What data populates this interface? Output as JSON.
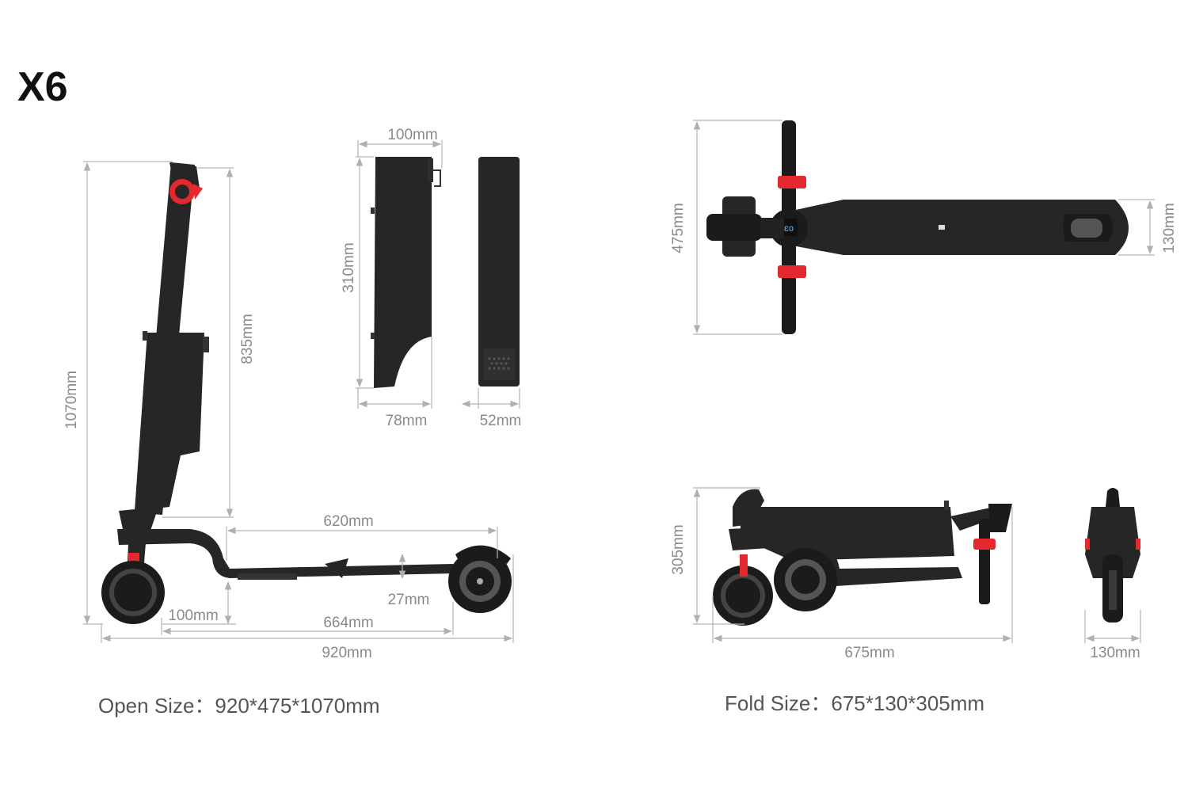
{
  "title": "X6",
  "captions": {
    "open_size": "Open Size：920*475*1070mm",
    "fold_size": "Fold Size：675*130*305mm"
  },
  "dimensions": {
    "height_total": "1070mm",
    "stem_height": "835mm",
    "battery_width": "100mm",
    "battery_height": "310mm",
    "battery_depth": "78mm",
    "battery_thickness": "52mm",
    "deck_length": "620mm",
    "ground_clearance": "27mm",
    "rear_offset": "100mm",
    "wheelbase": "664mm",
    "total_length": "920mm",
    "handlebar_width": "475mm",
    "deck_width": "130mm",
    "fold_height": "305mm",
    "fold_length": "675mm",
    "fold_width": "130mm"
  },
  "colors": {
    "accent": "#e3282f",
    "body": "#262626",
    "dimension_line": "#b5b5b5",
    "dimension_text": "#8a8a8a"
  }
}
